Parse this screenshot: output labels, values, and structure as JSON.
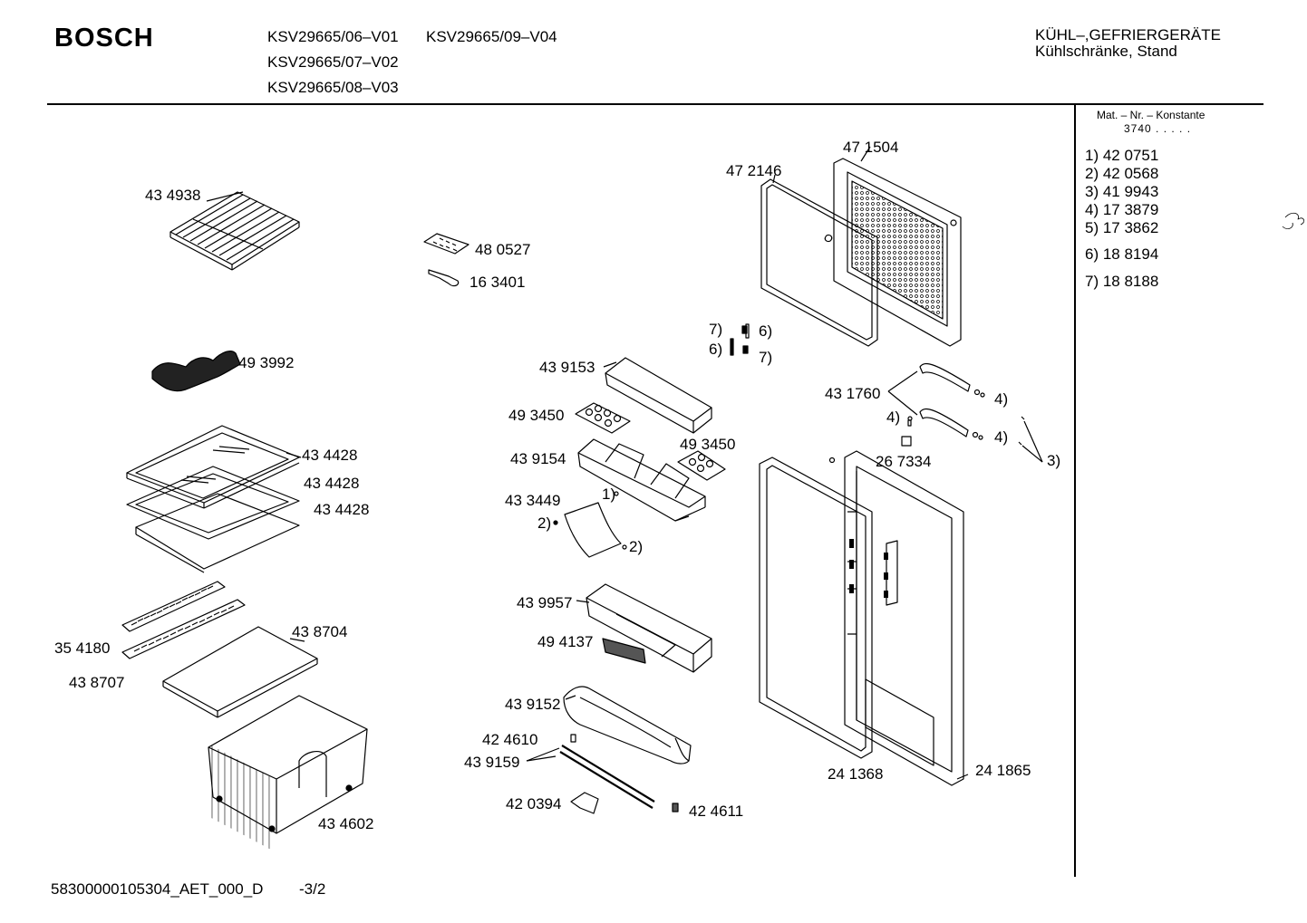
{
  "header": {
    "brand": "BOSCH",
    "models": [
      "KSV29665/06–V01",
      "KSV29665/09–V04",
      "KSV29665/07–V02",
      "KSV29665/08–V03"
    ],
    "category_line1": "KÜHL–,GEFRIERGERÄTE",
    "category_line2": "Kühlschränke, Stand"
  },
  "legend": {
    "heading": "Mat. – Nr. – Konstante",
    "constant": "3740 . . . . .",
    "items": [
      "1) 42 0751",
      "2) 42 0568",
      "3) 41 9943",
      "4) 17 3879",
      "5) 17 3862",
      "6) 18 8194",
      "7) 18 8188"
    ]
  },
  "parts": {
    "p434938": "43 4938",
    "p493992": "49 3992",
    "p434428a": "43 4428",
    "p434428b": "43 4428",
    "p434428c": "43 4428",
    "p354180": "35 4180",
    "p438704": "43 8704",
    "p438707": "43 8707",
    "p434602": "43 4602",
    "p480527": "48 0527",
    "p163401": "16 3401",
    "p439153": "43 9153",
    "p493450a": "49 3450",
    "p493450b": "49 3450",
    "p439154": "43 9154",
    "p433449": "43 3449",
    "c1": "1)",
    "c2a": "2)",
    "c2b": "2)",
    "p439957": "43 9957",
    "p494137": "49 4137",
    "p439152": "43 9152",
    "p424610": "42 4610",
    "p439159": "43 9159",
    "p420394": "42 0394",
    "p424611": "42 4611",
    "p471504": "47 1504",
    "p472146": "47 2146",
    "c7a": "7)",
    "c6a": "6)",
    "c6b": "6)",
    "c7b": "7)",
    "p431760": "43 1760",
    "c4a": "4)",
    "c4b": "4)",
    "c4c": "4)",
    "c3": "3)",
    "p267334": "26 7334",
    "p241368": "24 1368",
    "p241865": "24 1865"
  },
  "footer": {
    "code": "58300000105304_AET_000_D",
    "page": "-3/2"
  }
}
